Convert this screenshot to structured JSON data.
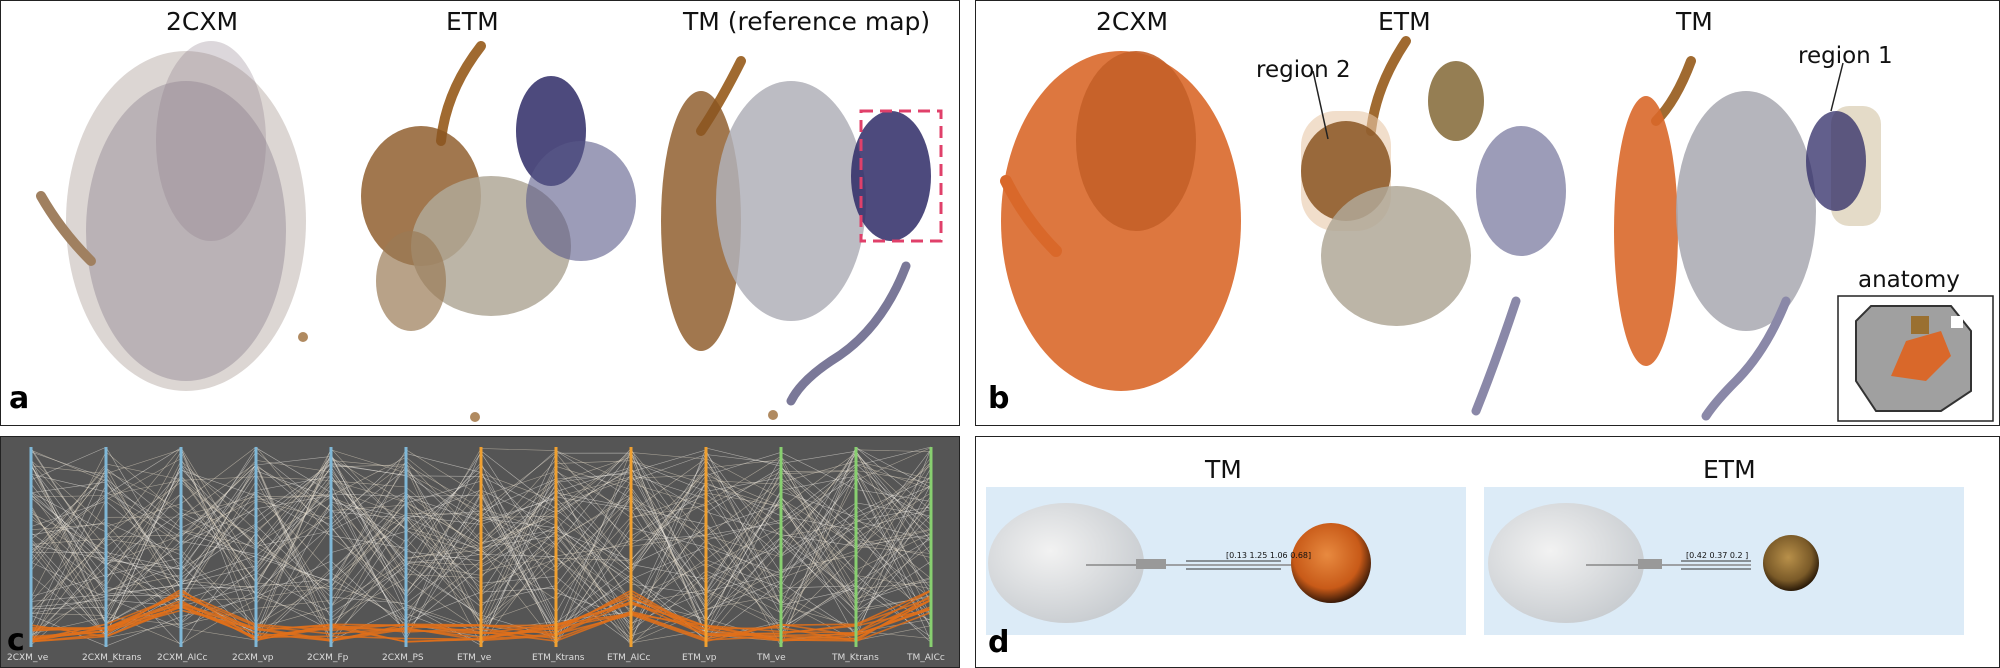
{
  "panel_a": {
    "letter": "a",
    "maps": [
      {
        "title": "2CXM"
      },
      {
        "title": "ETM"
      },
      {
        "title": "TM (reference map)"
      }
    ]
  },
  "panel_b": {
    "letter": "b",
    "maps": [
      {
        "title": "2CXM"
      },
      {
        "title": "ETM"
      },
      {
        "title": "TM"
      }
    ],
    "region_labels": [
      "region 2",
      "region 1"
    ],
    "inset_label": "anatomy"
  },
  "panel_c": {
    "letter": "c",
    "axes": [
      "2CXM_ve",
      "2CXM_Ktrans",
      "2CXM_AICc",
      "2CXM_vp",
      "2CXM_Fp",
      "2CXM_PS",
      "ETM_ve",
      "ETM_Ktrans",
      "ETM_AICc",
      "ETM_vp",
      "TM_ve",
      "TM_Ktrans",
      "TM_AICc"
    ],
    "axis_colors": [
      "#7fb8d8",
      "#7fb8d8",
      "#7fb8d8",
      "#7fb8d8",
      "#7fb8d8",
      "#7fb8d8",
      "#f0a030",
      "#f0a030",
      "#f0a030",
      "#f0a030",
      "#88d070",
      "#88d070",
      "#88d070"
    ],
    "highlight_color": "#e0701a"
  },
  "panel_d": {
    "letter": "d",
    "glyphs": [
      {
        "title": "TM",
        "values_label": "[0.13  1.25  1.06  0.68]"
      },
      {
        "title": "ETM",
        "values_label": "[0.42  0.37  0.2 ]"
      }
    ]
  },
  "colors": {
    "orange": "#d9682a",
    "brown": "#8a5522",
    "navy": "#2e2a66",
    "grey": "#a8a8b0",
    "light_blue_bg": "#dcebf7"
  }
}
